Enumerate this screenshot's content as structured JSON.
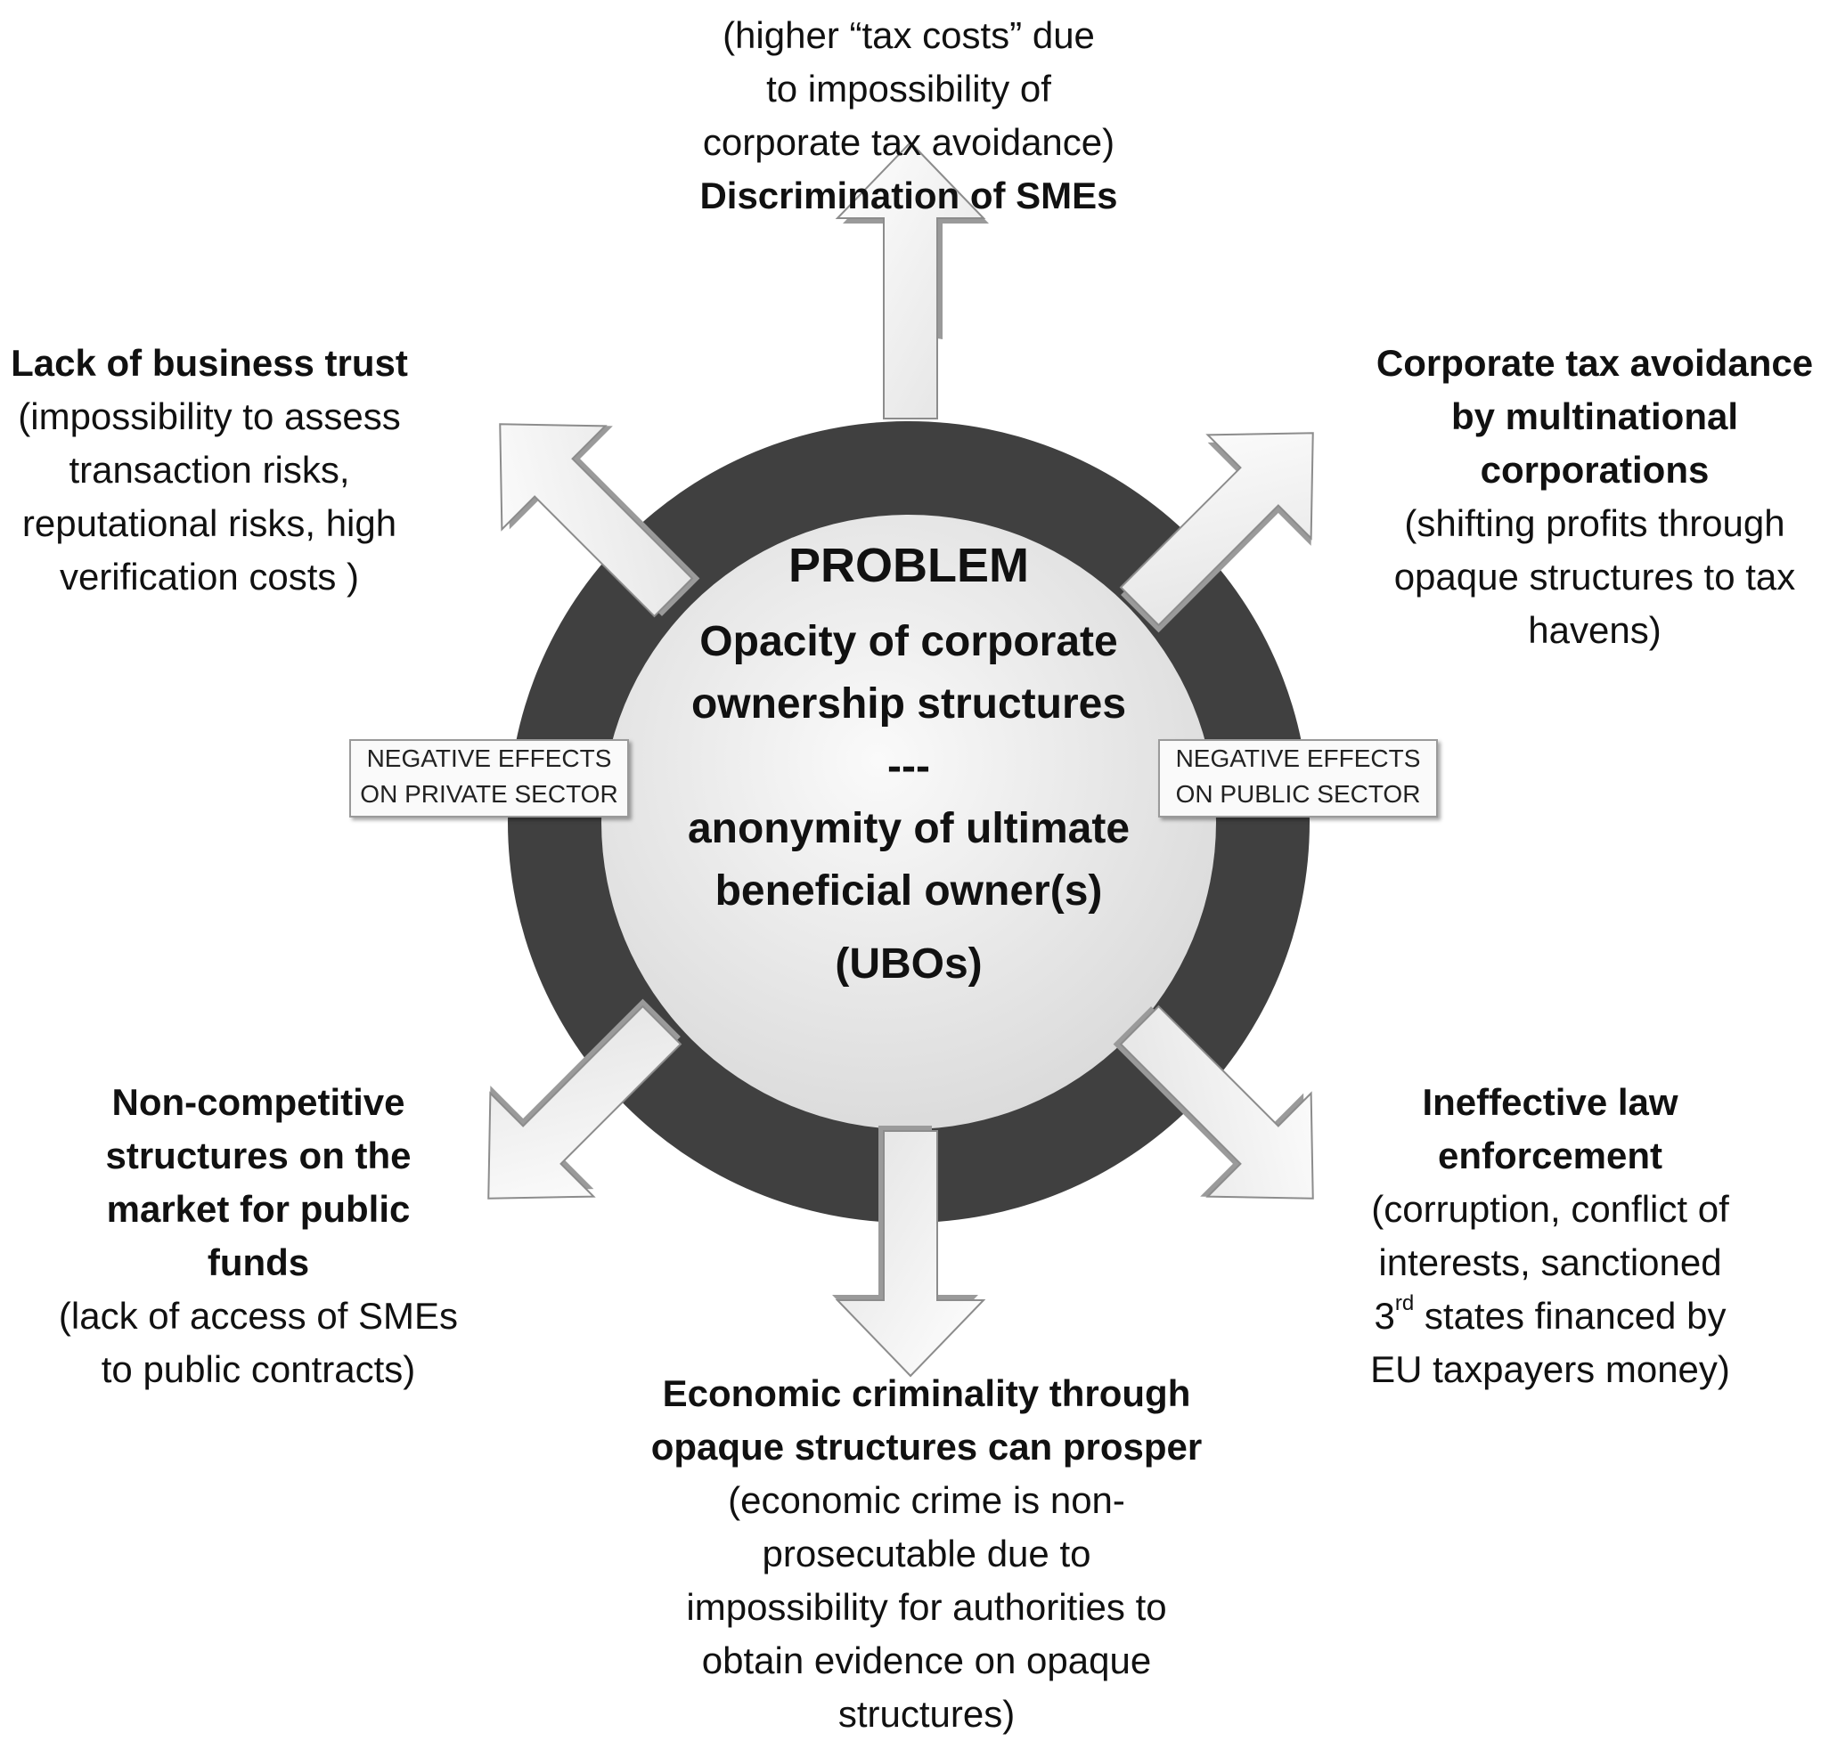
{
  "center": {
    "title": "PROBLEM",
    "line1": "Opacity of corporate",
    "line2": "ownership structures",
    "separator": "---",
    "line3": "anonymity of ultimate",
    "line4": "beneficial owner(s)",
    "line5": "(UBOs)"
  },
  "sector_labels": {
    "private_line1": "NEGATIVE EFFECTS",
    "private_line2": "ON PRIVATE SECTOR",
    "public_line1": "NEGATIVE EFFECTS",
    "public_line2": "ON PUBLIC SECTOR"
  },
  "effects": {
    "top": {
      "note1": "(higher “tax costs” due",
      "note2": "to impossibility of",
      "note3": "corporate tax avoidance)",
      "title1": "Discrimination of SMEs"
    },
    "top_left": {
      "title1": "Lack of business trust",
      "note1": "(impossibility to assess",
      "note2": "transaction risks,",
      "note3": "reputational risks, high",
      "note4": "verification costs )"
    },
    "top_right": {
      "title1": "Corporate tax avoidance",
      "title2": "by multinational",
      "title3": "corporations",
      "note1": "(shifting profits through",
      "note2": "opaque structures to tax",
      "note3": "havens)"
    },
    "bottom_left": {
      "title1": "Non-competitive",
      "title2": "structures on the",
      "title3": "market for public",
      "title4": "funds",
      "note1": "(lack of access of SMEs",
      "note2": "to public contracts)"
    },
    "bottom_right": {
      "title1": "Ineffective law",
      "title2": "enforcement",
      "note1": "(corruption, conflict of",
      "note2": "interests,  sanctioned",
      "note3_num": "3",
      "note3_sup": "rd",
      "note3_rest": " states financed by",
      "note4": "EU taxpayers money)"
    },
    "bottom": {
      "title1": "Economic criminality through",
      "title2": "opaque structures can prosper",
      "note1": "(economic crime is non-",
      "note2": "prosecutable due to",
      "note3": "impossibility for authorities to",
      "note4": "obtain evidence on opaque",
      "note5": "structures)"
    }
  },
  "colors": {
    "ring": "#404040",
    "disc_light": "#fafafa",
    "disc_dark": "#d9d9d9",
    "arrow_fill": "#f4f4f4",
    "arrow_stroke": "#8c8c8c"
  }
}
